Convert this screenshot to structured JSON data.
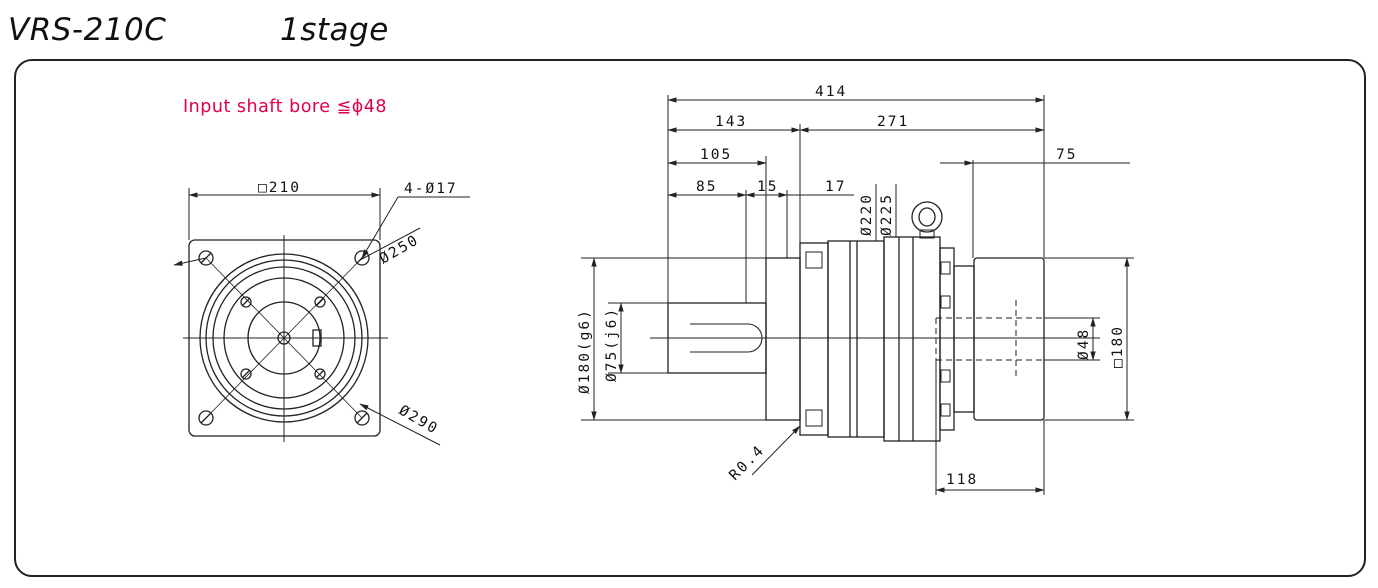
{
  "header": {
    "model": "VRS-210C",
    "stage": "1stage"
  },
  "note": {
    "text": "Input shaft bore  ≦ϕ48",
    "color": "#e0004e"
  },
  "front_view": {
    "square": "□210",
    "holes": "4-Ø17",
    "pcd": "Ø250",
    "outer": "Ø290"
  },
  "side_view": {
    "overall": "414",
    "flange_to_shaft": "143",
    "body_length": "271",
    "shaft_105": "105",
    "shaft_85": "85",
    "len_15": "15",
    "len_17": "17",
    "len_75": "75",
    "len_118": "118",
    "dia_220": "Ø220",
    "dia_225": "Ø225",
    "dia_180": "Ø180(g6)",
    "dia_75": "Ø75(j6)",
    "dia_48": "Ø48",
    "square_180": "□180",
    "radius": "R0.4"
  },
  "colors": {
    "line": "#222222",
    "accent": "#e0004e"
  }
}
